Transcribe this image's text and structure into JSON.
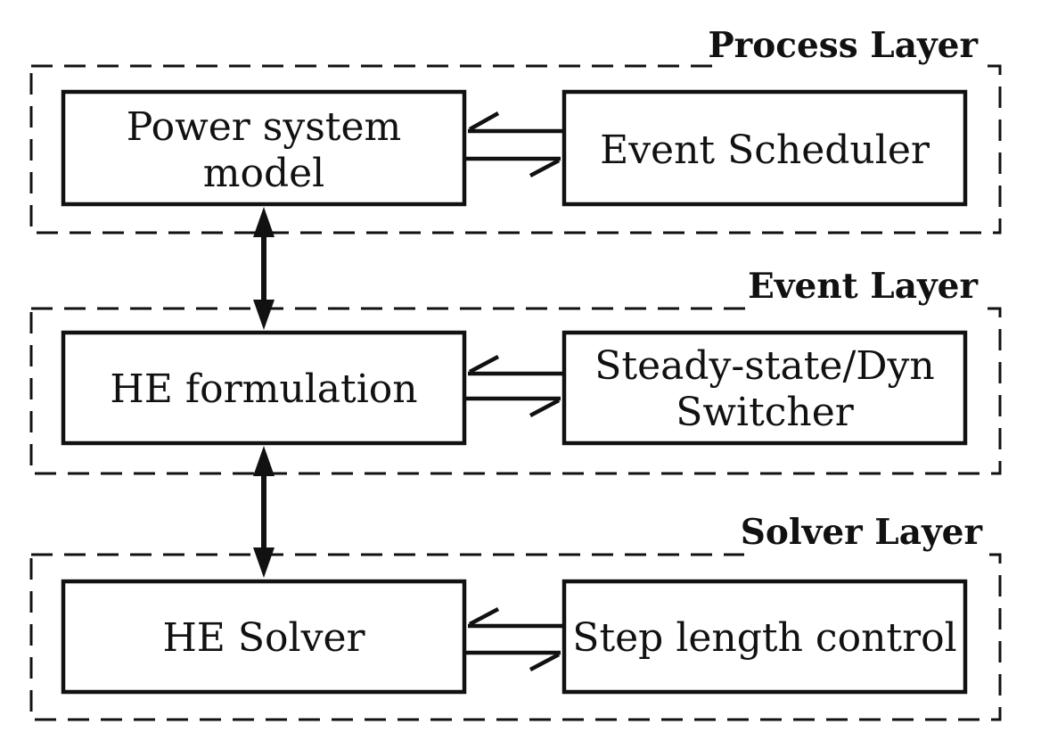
{
  "layers": [
    {
      "title": "Process Layer",
      "left_box": {
        "lines": [
          "Power system",
          "model"
        ]
      },
      "right_box": {
        "lines": [
          "Event Scheduler"
        ]
      }
    },
    {
      "title": "Event Layer",
      "left_box": {
        "lines": [
          "HE formulation"
        ]
      },
      "right_box": {
        "lines": [
          "Steady-state/Dyn",
          "Switcher"
        ]
      }
    },
    {
      "title": "Solver Layer",
      "left_box": {
        "lines": [
          "HE Solver"
        ]
      },
      "right_box": {
        "lines": [
          "Step length control"
        ]
      }
    }
  ],
  "colors": {
    "stroke": "#111111",
    "background": "#ffffff"
  }
}
